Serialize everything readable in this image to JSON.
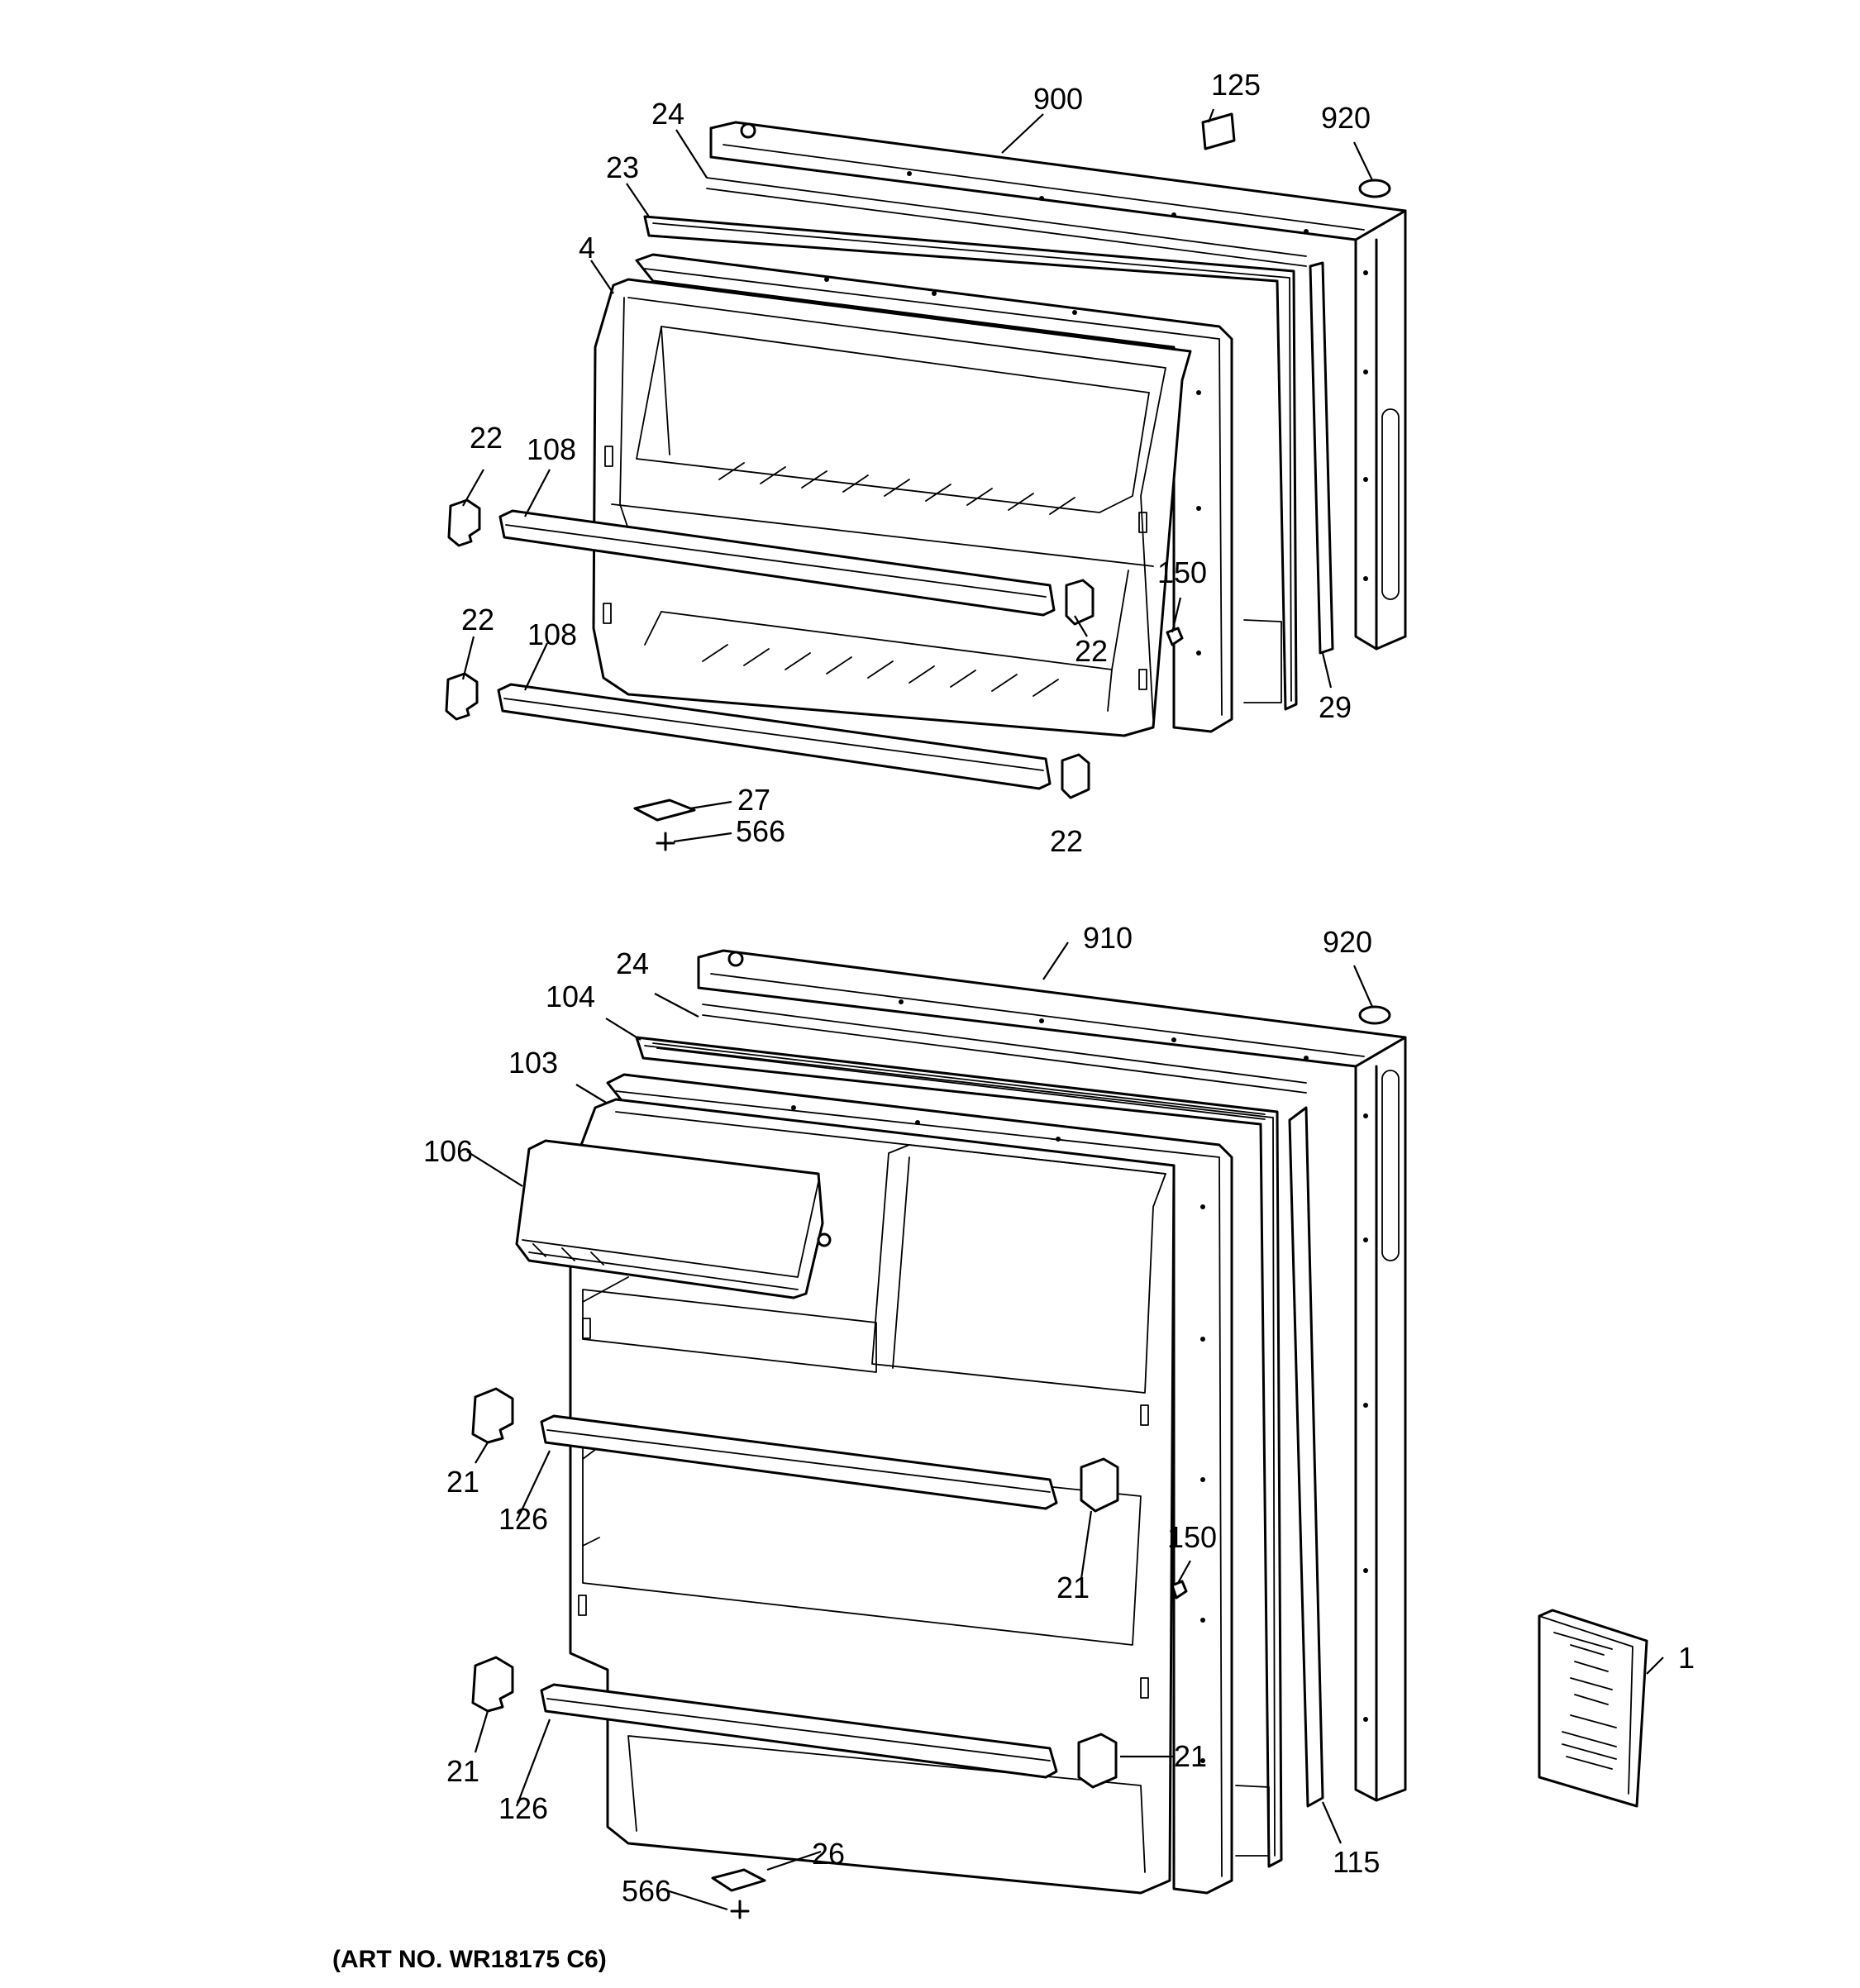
{
  "caption": "(ART NO. WR18175 C6)",
  "callouts": {
    "freezer_door_outer": "900",
    "freezer_overlay": "125",
    "freezer_plug": "920",
    "freezer_trim": "24",
    "freezer_gasket": "23",
    "freezer_liner": "4",
    "freezer_shelf_upper": "108",
    "freezer_shelf_lower": "108",
    "freezer_cap_left_upper": "22",
    "freezer_cap_left_lower": "22",
    "freezer_cap_right_upper": "22",
    "freezer_cap_right_lower": "22",
    "freezer_screw": "150",
    "freezer_insulation": "29",
    "freezer_hinge": "27",
    "freezer_hinge_screw": "566",
    "fresh_door_outer": "910",
    "fresh_plug": "920",
    "fresh_trim": "24",
    "fresh_gasket": "104",
    "fresh_liner": "103",
    "fresh_dairy_door": "106",
    "fresh_cap_left_upper": "21",
    "fresh_cap_left_lower": "21",
    "fresh_cap_right_upper": "21",
    "fresh_cap_right_lower": "21",
    "fresh_shelf_upper": "126",
    "fresh_shelf_lower": "126",
    "fresh_screw": "150",
    "fresh_insulation": "115",
    "fresh_hinge": "26",
    "fresh_hinge_screw": "566",
    "manual": "1"
  }
}
